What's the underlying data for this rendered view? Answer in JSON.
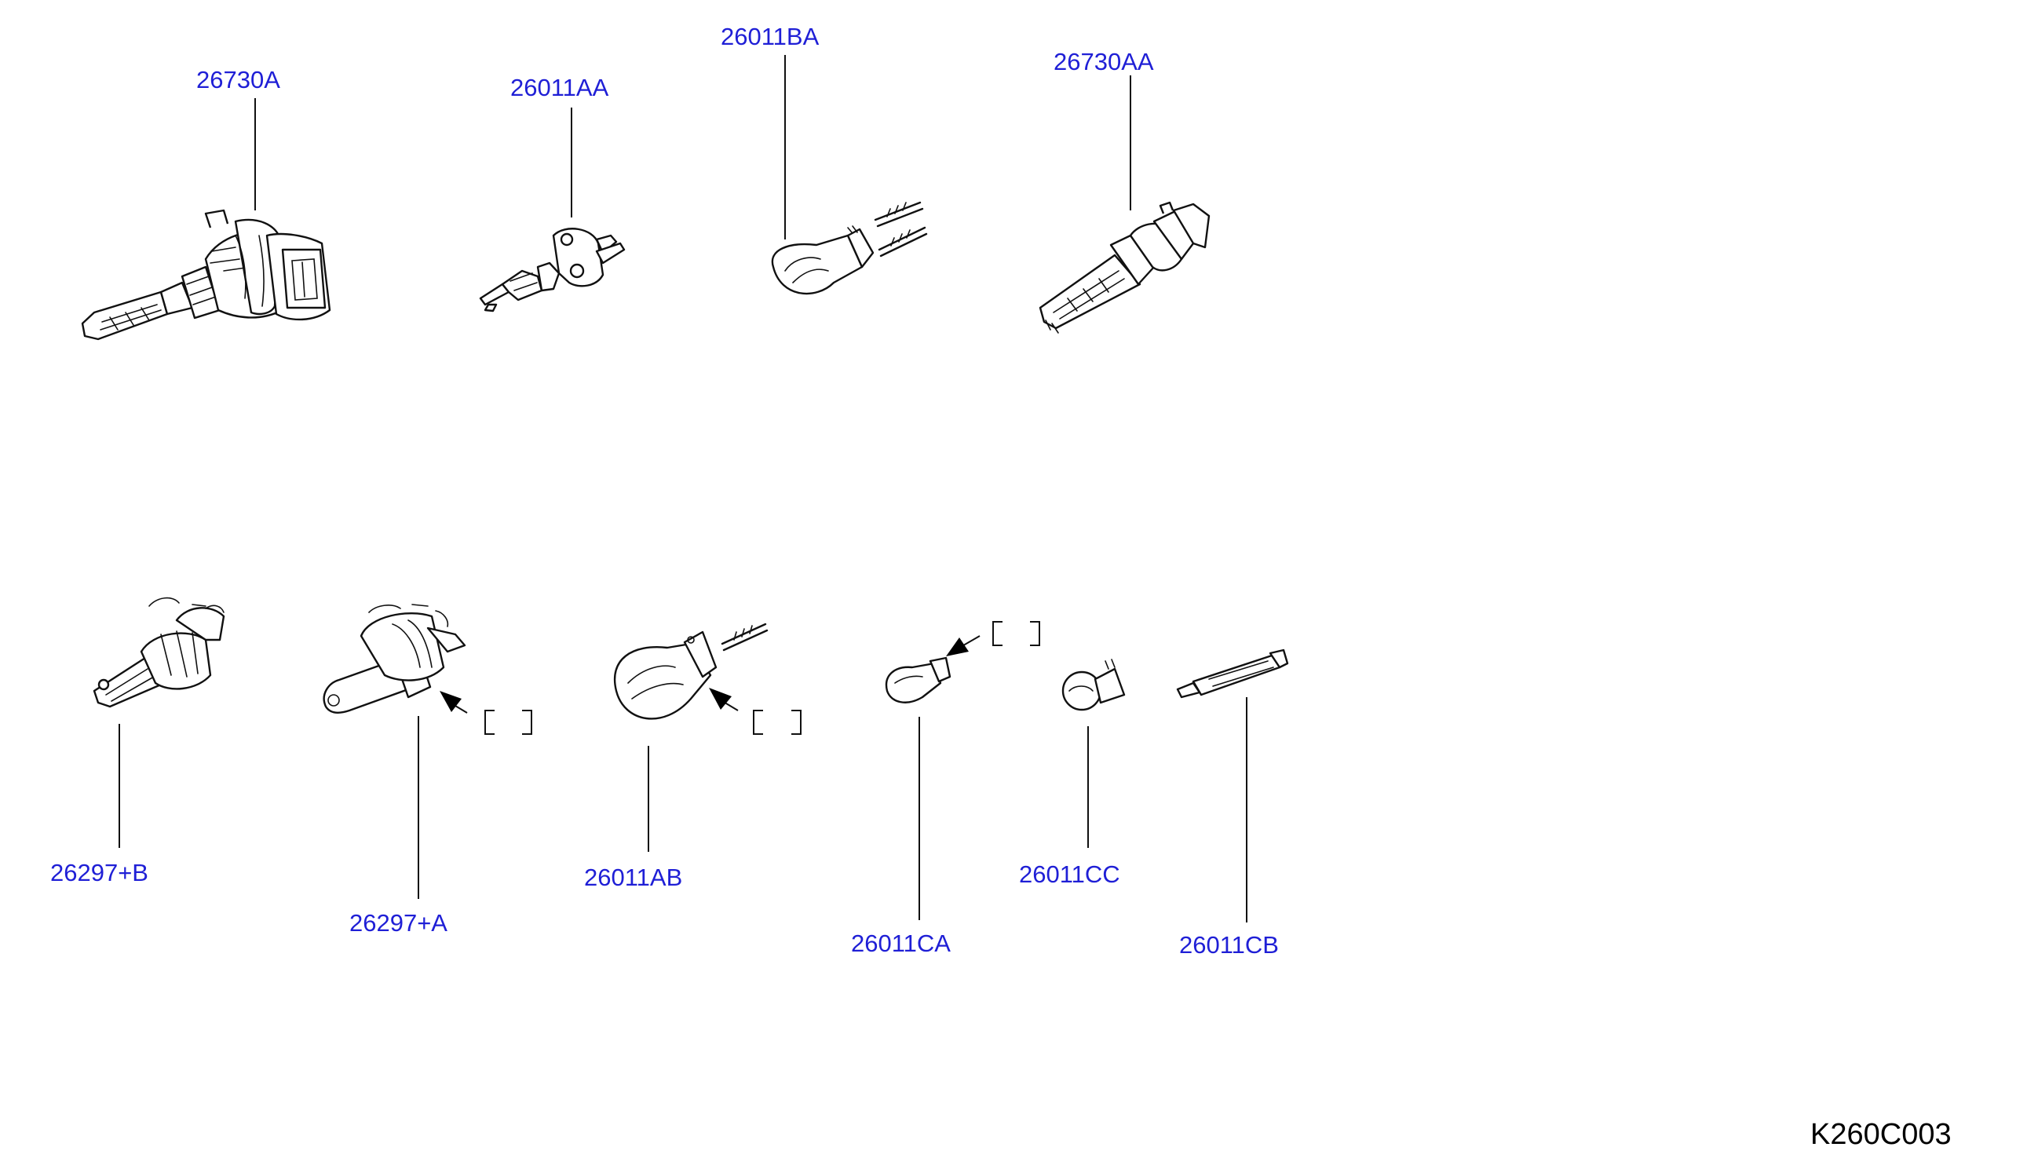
{
  "parts": {
    "p26730A": {
      "label": "26730A"
    },
    "p26011AA": {
      "label": "26011AA"
    },
    "p26011BA": {
      "label": "26011BA"
    },
    "p26730AA": {
      "label": "26730AA"
    },
    "p26297B": {
      "label": "26297+B"
    },
    "p26297A": {
      "label": "26297+A"
    },
    "p26011AB": {
      "label": "26011AB"
    },
    "p26011CA": {
      "label": "26011CA"
    },
    "p26011CC": {
      "label": "26011CC"
    },
    "p26011CB": {
      "label": "26011CB"
    }
  },
  "diagram_code": "K260C003",
  "colors": {
    "callout_text": "#1f1fd6",
    "line_art": "#111111",
    "background": "#ffffff"
  }
}
